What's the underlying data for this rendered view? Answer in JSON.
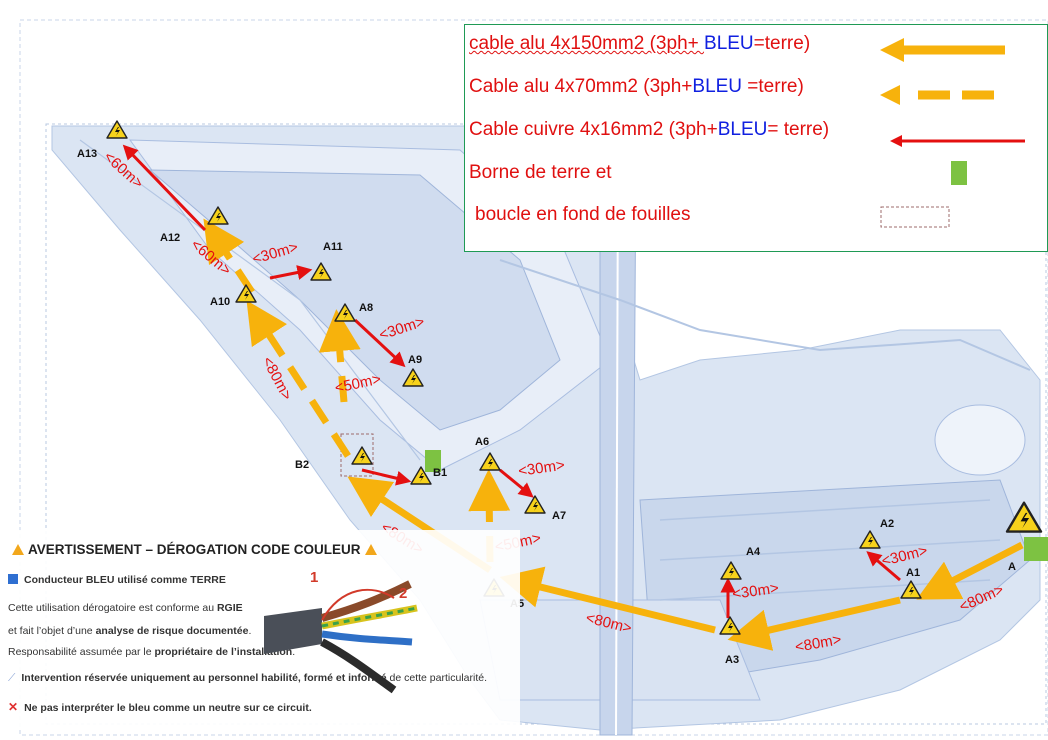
{
  "legend": {
    "line1": "cable alu 4x150mm2 (3ph+ ",
    "line1_blue": "BLEU",
    "line1_end": "=terre)",
    "line2": "Cable alu 4x70mm2 (3ph+",
    "line2_blue": "BLEU",
    "line2_end": " =terre)",
    "line3": "Cable cuivre 4x16mm2 (3ph+",
    "line3_blue": "BLEU",
    "line3_end": "= terre)",
    "line4": "Borne de terre et",
    "line5": "boucle en fond de fouilles"
  },
  "nodes": {
    "A": "A",
    "A1": "A1",
    "A2": "A2",
    "A3": "A3",
    "A4": "A4",
    "A5": "A5",
    "A6": "A6",
    "A7": "A7",
    "A8": "A8",
    "A9": "A9",
    "A10": "A10",
    "A11": "A11",
    "A12": "A12",
    "A13": "A13",
    "B1": "B1",
    "B2": "B2"
  },
  "distances": {
    "d_A_A1": "<80m>",
    "d_A1_A3": "<80m>",
    "d_A3_A5": "<80m>",
    "d_A5_B2": "<80m>",
    "d_A5_A6": "<50m>",
    "d_A1_A2": "<30m>",
    "d_A3_A4": "<30m>",
    "d_A6_A7": "<30m>",
    "d_B2_A8": "<50m>",
    "d_A8_A9": "<30m>",
    "d_B2_A10": "<80m>",
    "d_A10_A12": "<60m>",
    "d_A12_A11": "<30m>",
    "d_A12_A13": "<60m>"
  },
  "warning": {
    "title": "AVERTISSEMENT – DÉROGATION CODE COULEUR",
    "line1": "Conducteur BLEU utilisé comme TERRE",
    "line2_a": "Cette utilisation dérogatoire est conforme au ",
    "line2_b": "RGIE",
    "line3_a": "et fait l’objet d’une ",
    "line3_b": "analyse de risque documentée",
    "line3_c": ".",
    "line4_a": "Responsabilité assumée par le ",
    "line4_b": "propriétaire de l’installation",
    "line4_c": ".",
    "line5_a": "Intervention réservée uniquement au personnel habilité, formé et informé",
    "line5_b": " de cette particularité.",
    "line6": "Ne pas interpréter le bleu comme un neutre sur ce circuit.",
    "cable_mark_1": "1",
    "cable_mark_2": "2"
  },
  "colors": {
    "alu150": "#f7b20c",
    "alu70": "#f7b20c",
    "cuivre": "#e41010",
    "earth": "#7dc242",
    "legend_border": "#1f9a55",
    "map_fill": "#d5e1f2"
  }
}
